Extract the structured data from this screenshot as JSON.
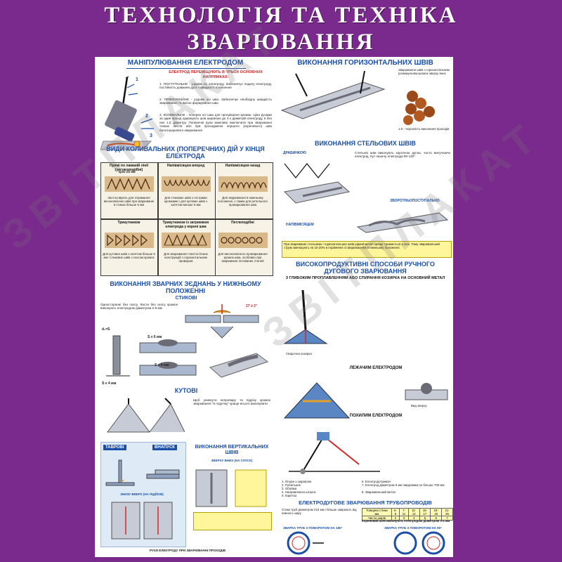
{
  "poster": {
    "title_line1": "ТЕХНОЛОГІЯ ТА ТЕХНІКА",
    "title_line2": "ЗВАРЮВАННЯ",
    "watermark": "ЗВІТПЛАКАТ"
  },
  "manipulation": {
    "title": "МАНІПУЛЮВАННЯ ЕЛЕКТРОДОМ",
    "subtitle": "ЕЛЕКТРОД ПЕРЕМІЩУЮТЬ В ТРЬОХ ОСНОВНИХ НАПРЯМКАХ:",
    "item1": "1. ПОСТУПАЛЬНЕ - уздовж осі електроду. Забезпечує подачу електроду, постійність довжини дуги і швидкості плавлення",
    "item2": "2. ПРЯМОЛІНІЙНЕ - уздовж осі шва. Забезпечує необхідну швидкість зварювання та якісне формування шва",
    "item3": "3. КОЛИВАЛЬНЕ - поперек осі шва для прогрівання кромок. Ціни рухами за один прохід одержують шов шириною до 4-х діаметрів електроду, в без них 1,5 діаметру. Поперечні рухи можливо виключити при зварюванні тонких листів або при проходженні першого (кореневого) шва багатошарового зварювання"
  },
  "oscillation": {
    "title": "ВИДИ КОЛИВАЛЬНИХ (ПОПЕРЕЧНИХ) ДІЙ У КІНЦЯ ЕЛЕКТРОДА",
    "col1": "Прямі по ламаній лінії (зигзагоподібні)",
    "col2": "Напівмісяцем вперед",
    "col3": "Напівмісяцем назад",
    "step": "крок 2/3 мм",
    "c1_text": "Застосовують для отримання високоякісних швів при зварюванні в стиках більше 6 мм",
    "c2_text": "Для стикових швів з гострими кромками і для кутових швів з катетом менше 6 мм",
    "c3_text": "Для зварювання в нижньому положенні, з таким для ретельного проварювання шва",
    "r2c1": "Трикутником",
    "r2c2": "Трикутником із затримкою електрода у корені шва",
    "r2c3": "Петлеподібні",
    "r2c1_text": "Для кутових швів з катетом більше 6 мм і стикових швів з скосом кромок",
    "r2c2_text": "Для зварювання товстостінних конструкцій з горизонтальним проваром",
    "r2c3_text": "Для високоякісного проварювання кромок шва, особливо при зварюванні легованих сталей"
  },
  "lower": {
    "title": "ВИКОНАННЯ ЗВАРНИХ ЗЄДНАНЬ У НИЖНЬОМУ ПОЛОЖЕННІ",
    "butt": "СТИКОВІ",
    "butt_text": "Односторонні без скосу. Листи без скосу кромок виконують електродом діаметром 2-6 мм",
    "angle": "27 ± 2°",
    "ds": "d₁=S",
    "s_le6": "S ≤ 6 мм",
    "s_le4": "S ≤ 4 мм",
    "corner": "КУТОВІ",
    "corner_text": "Щоб уникнути непровару та підрізу кромок зварювання \"в лодочку\" краще всього виконувати",
    "tee": "ТАВРОВІ",
    "lap": "ВНАПУСК",
    "vertical": "ВИКОНАННЯ ВЕРТИКАЛЬНИХ ШВІВ",
    "vertical_sub": "ЗНИЗУ ВВЕРХ (НА ПІДЙОМ)",
    "vertical_sub2": "ЗВЕРХУ ВНИЗ (НА СПУСК)",
    "electrode_moves": "РУХИ ЕЛЕКТРОДУ ПРИ ЗВАРЮВАННІ ПРОХОДІВ"
  },
  "horizontal": {
    "title": "ВИКОНАННЯ ГОРИЗОНТАЛЬНИХ ШВІВ",
    "note": "Зварювання швів з горизонтальним розміщенням кромок зверху вниз",
    "note2": "1-6 - черговість виконання проходів"
  },
  "ceiling": {
    "title": "ВИКОНАННЯ СТЕЛЬОВИХ ШВІВ",
    "ladder": "ДРАБИНКОЮ",
    "crescent": "НАПІВМІСЯЦЕМ",
    "reverse": "ЗВОРОТНЬОПОСТУПАЛЬНО",
    "text": "Стельові шви виконують короткою дугою, часто вилучаючи електрод. Кут нахилу електрода 90-130°.",
    "yellow": "При зварюванні стельових і горизонтальних швів рідкий метал краще тримається в зоні. Тому зварювальний струм зменшують на 15-20% в порівнянні зі зварюванням в нижньому положенні."
  },
  "high": {
    "title": "ВИСОКОПРОДУКТИВНІ СПОСОБИ РУЧНОГО ДУГОВОГО ЗВАРЮВАННЯ",
    "sub": "З ГЛИБОКИМ ПРОПЛАВЛЕННЯМ АБО СПИРАННЯ КОЗИРКА НА ОСНОВНИЙ МЕТАЛ",
    "lying": "ЛЕЖАЧИМ ЕЛЕКТРОДОМ",
    "inclined": "ПОХИЛИМ ЕЛЕКТРОДОМ",
    "side_view": "Сварочна козирка",
    "view_label": "Вид зверху",
    "parts": [
      "1. Опора з шарніром",
      "2. Рубильник",
      "3. Обойма",
      "4. Направляюча штанга",
      "5. Каретка",
      "6. Електродотримач",
      "7. Електрод діаметром 6 мм завдовжки не більше 700 мм",
      "8. Зварювальний метал"
    ]
  },
  "pipe": {
    "title": "ЕЛЕКТРОДУГОВЕ ЗВАРЮВАННЯ ТРУБОПРОВОДІВ",
    "table_row1_label": "Товщина стінки мм",
    "table_row1": [
      "6-8",
      "7-11",
      "11-14",
      "15-17",
      "18-20",
      "21-25"
    ],
    "table_row2_label": "Число шарів",
    "table_row2": [
      "2",
      "3",
      "4",
      "5",
      "6",
      "7"
    ],
    "table_note": "Кореневий шов виконують електродом діаметром 3-4 мм",
    "pipe1": "ЗВАРКА ТРУБ З ПОВОРОТОМ НА 180°",
    "pipe2": "ЗВАРКА ТРУБ З ПОВОРОТОМ НА 90°",
    "pipe_text": "Стики труб діаметром 219 мм і більше зварюють від кожного шару"
  }
}
